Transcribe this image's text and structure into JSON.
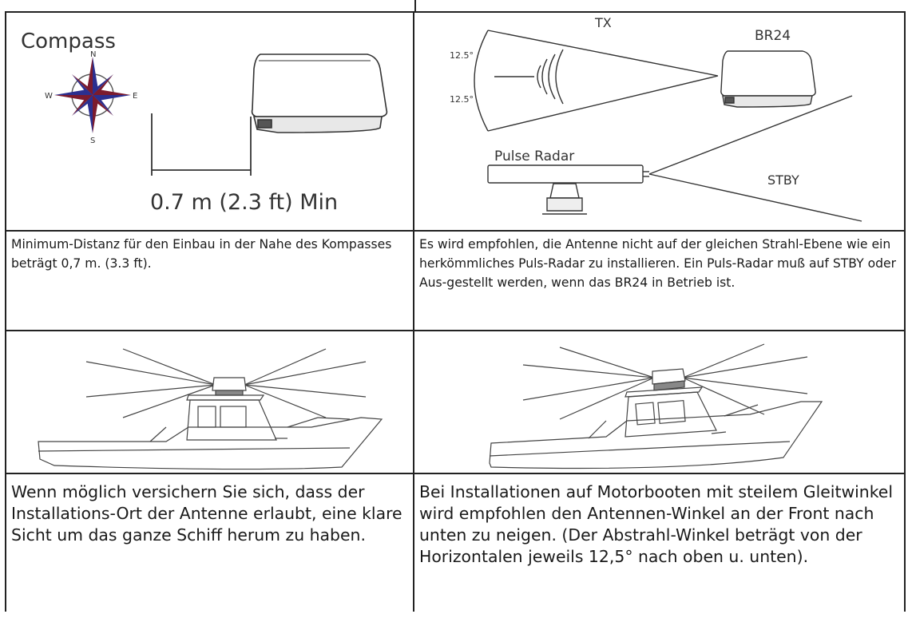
{
  "figure_labels": {
    "compass_title": "Compass",
    "compass_n": "N",
    "compass_s": "S",
    "compass_e": "E",
    "compass_w": "W",
    "distance": "0.7 m (2.3 ft) Min",
    "tx": "TX",
    "br24": "BR24",
    "angle_top": "12.5°",
    "angle_bottom": "12.5°",
    "pulse_radar": "Pulse Radar",
    "stby": "STBY"
  },
  "captions": {
    "compass": "Minimum-Distanz für den Einbau in der Nahe des Kompasses beträgt 0,7 m. (3.3 ft).",
    "pulse": "Es wird empfohlen, die Antenne nicht auf der gleichen Strahl-Ebene wie ein herkömmliches Puls-Radar zu installieren. Ein Puls-Radar muß auf STBY oder Aus-gestellt werden, wenn das BR24 in Betrieb ist.",
    "boat_level": "Wenn möglich versichern Sie sich, dass der Installations-Ort der Antenne erlaubt, eine klare Sicht um das ganze Schiff herum zu haben.",
    "boat_tilt": "Bei Installationen auf Motorbooten mit steilem Gleitwinkel wird empfohlen den Antennen-Winkel an der Front nach unten zu neigen. (Der Abstrahl-Winkel beträgt von der Horizontalen jeweils 12,5° nach oben u. unten)."
  }
}
